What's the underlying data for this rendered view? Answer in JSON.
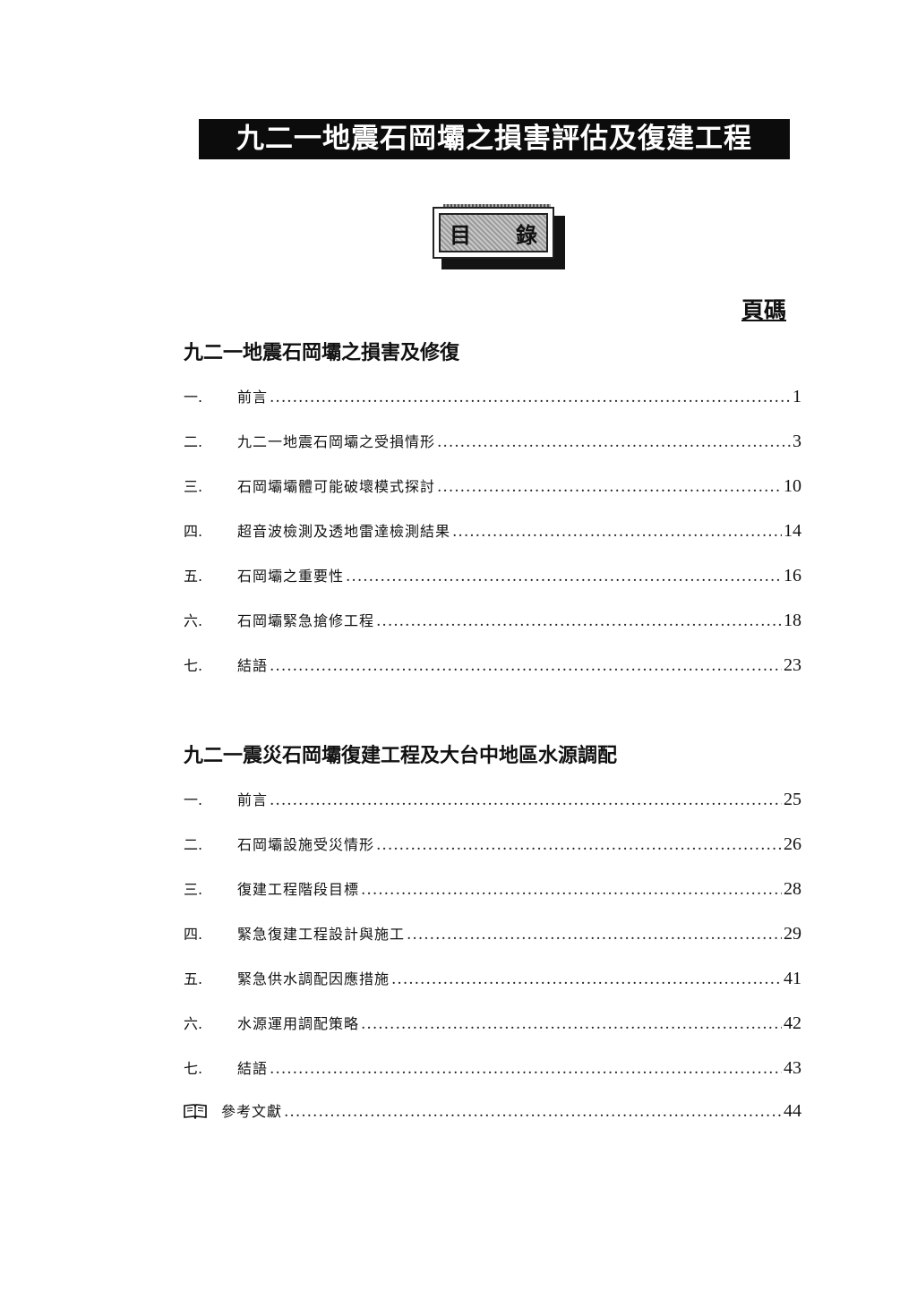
{
  "main_title": "九二一地震石岡壩之損害評估及復建工程",
  "toc_badge": {
    "left": "目",
    "right": "錄"
  },
  "page_column_label": "頁碼",
  "sections": [
    {
      "heading": "九二一地震石岡壩之損害及修復",
      "entries": [
        {
          "num": "一.",
          "title": "前言",
          "page": "1"
        },
        {
          "num": "二.",
          "title": "九二一地震石岡壩之受損情形",
          "page": "3"
        },
        {
          "num": "三.",
          "title": "石岡壩壩體可能破壞模式探討",
          "page": "10"
        },
        {
          "num": "四.",
          "title": "超音波檢測及透地雷達檢測結果",
          "page": "14"
        },
        {
          "num": "五.",
          "title": "石岡壩之重要性",
          "page": "16"
        },
        {
          "num": "六.",
          "title": "石岡壩緊急搶修工程",
          "page": "18"
        },
        {
          "num": "七.",
          "title": "結語",
          "page": "23"
        }
      ]
    },
    {
      "heading": "九二一震災石岡壩復建工程及大台中地區水源調配",
      "entries": [
        {
          "num": "一.",
          "title": "前言",
          "page": "25"
        },
        {
          "num": "二.",
          "title": "石岡壩設施受災情形",
          "page": "26"
        },
        {
          "num": "三.",
          "title": "復建工程階段目標",
          "page": "28"
        },
        {
          "num": "四.",
          "title": "緊急復建工程設計與施工",
          "page": "29"
        },
        {
          "num": "五.",
          "title": "緊急供水調配因應措施",
          "page": "41"
        },
        {
          "num": "六.",
          "title": "水源運用調配策略",
          "page": "42"
        },
        {
          "num": "七.",
          "title": "結語",
          "page": "43"
        }
      ]
    }
  ],
  "references": {
    "icon": "book-icon",
    "title": "參考文獻",
    "page": "44"
  }
}
